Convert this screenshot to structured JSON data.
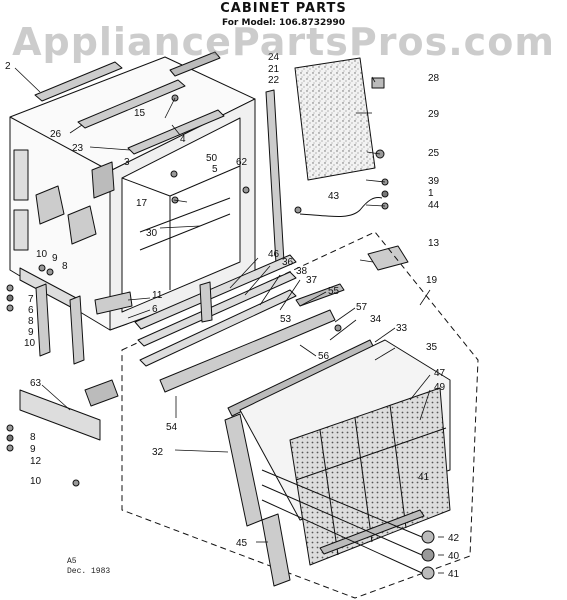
{
  "header": {
    "title": "CABINET PARTS",
    "model": "For Model: 106.8732990"
  },
  "watermark": "AppliancePartsPros.com",
  "footer": {
    "code": "A5",
    "date": "Dec. 1983"
  },
  "callouts": [
    {
      "id": "c2",
      "text": "2"
    },
    {
      "id": "c24",
      "text": "24"
    },
    {
      "id": "c21",
      "text": "21"
    },
    {
      "id": "c22",
      "text": "22"
    },
    {
      "id": "c28",
      "text": "28"
    },
    {
      "id": "c15",
      "text": "15"
    },
    {
      "id": "c26",
      "text": "26"
    },
    {
      "id": "c4",
      "text": "4"
    },
    {
      "id": "c29",
      "text": "29"
    },
    {
      "id": "c23",
      "text": "23"
    },
    {
      "id": "c3",
      "text": "3"
    },
    {
      "id": "c50",
      "text": "50"
    },
    {
      "id": "c5",
      "text": "5"
    },
    {
      "id": "c62",
      "text": "62"
    },
    {
      "id": "c25",
      "text": "25"
    },
    {
      "id": "c39",
      "text": "39"
    },
    {
      "id": "c43",
      "text": "43"
    },
    {
      "id": "c1",
      "text": "1"
    },
    {
      "id": "c17",
      "text": "17"
    },
    {
      "id": "c44",
      "text": "44"
    },
    {
      "id": "c30",
      "text": "30"
    },
    {
      "id": "c13",
      "text": "13"
    },
    {
      "id": "c10a",
      "text": "10"
    },
    {
      "id": "c9a",
      "text": "9"
    },
    {
      "id": "c8a",
      "text": "8"
    },
    {
      "id": "c46",
      "text": "46"
    },
    {
      "id": "c36",
      "text": "36"
    },
    {
      "id": "c38",
      "text": "38"
    },
    {
      "id": "c37",
      "text": "37"
    },
    {
      "id": "c19",
      "text": "19"
    },
    {
      "id": "c11",
      "text": "11"
    },
    {
      "id": "c55",
      "text": "55"
    },
    {
      "id": "c7",
      "text": "7"
    },
    {
      "id": "c6",
      "text": "6"
    },
    {
      "id": "c6b",
      "text": "6"
    },
    {
      "id": "c8b",
      "text": "8"
    },
    {
      "id": "c9b",
      "text": "9"
    },
    {
      "id": "c10b",
      "text": "10"
    },
    {
      "id": "c53",
      "text": "53"
    },
    {
      "id": "c57",
      "text": "57"
    },
    {
      "id": "c34",
      "text": "34"
    },
    {
      "id": "c33",
      "text": "33"
    },
    {
      "id": "c35",
      "text": "35"
    },
    {
      "id": "c56",
      "text": "56"
    },
    {
      "id": "c63",
      "text": "63"
    },
    {
      "id": "c47",
      "text": "47"
    },
    {
      "id": "c49",
      "text": "49"
    },
    {
      "id": "c54",
      "text": "54"
    },
    {
      "id": "c8c",
      "text": "8"
    },
    {
      "id": "c9c",
      "text": "9"
    },
    {
      "id": "c32",
      "text": "32"
    },
    {
      "id": "c12",
      "text": "12"
    },
    {
      "id": "c41a",
      "text": "41"
    },
    {
      "id": "c10c",
      "text": "10"
    },
    {
      "id": "c45",
      "text": "45"
    },
    {
      "id": "c42",
      "text": "42"
    },
    {
      "id": "c40",
      "text": "40"
    },
    {
      "id": "c41b",
      "text": "41"
    }
  ]
}
